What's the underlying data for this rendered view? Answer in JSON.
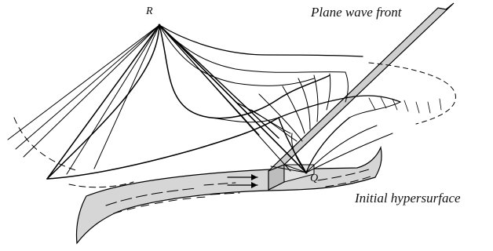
{
  "labels": {
    "apex": "R",
    "vertex": "Q",
    "plane_wave_front": "Plane wave front",
    "initial_hypersurface": "Initial hypersurface"
  },
  "colors": {
    "ink": "#000000",
    "fill_gray": "#d6d6d6",
    "background": "#ffffff"
  }
}
